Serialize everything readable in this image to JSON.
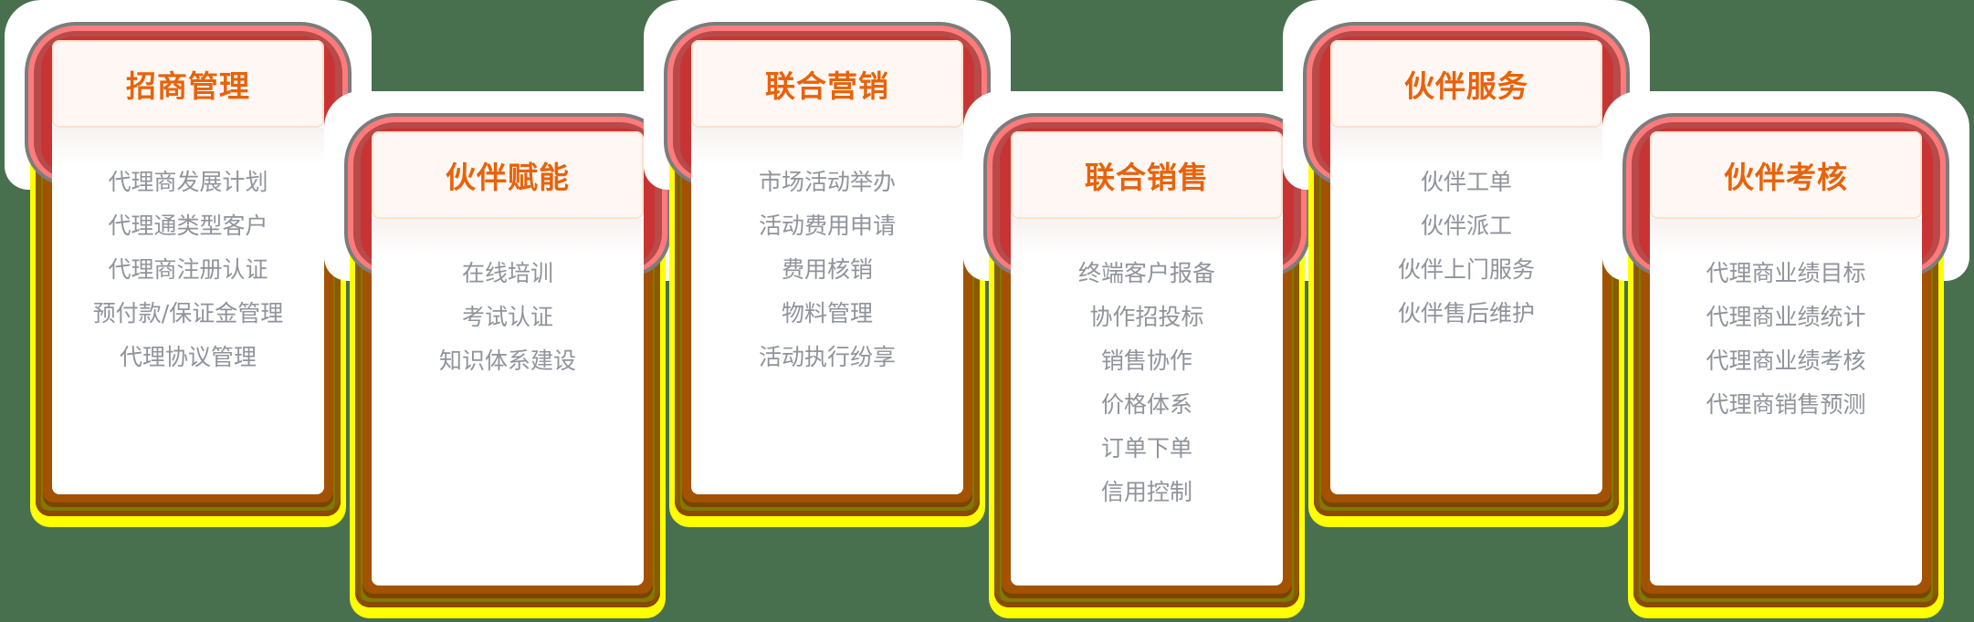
{
  "colors": {
    "background": "#48704f",
    "title": "#e8620a",
    "item_text": "#8f939b",
    "header_bg": "#fff7f3",
    "header_border": "#ffe0cc"
  },
  "cards": [
    {
      "title": "招商管理",
      "items": [
        "代理商发展计划",
        "代理通类型客户",
        "代理商注册认证",
        "预付款/保证金管理",
        "代理协议管理"
      ]
    },
    {
      "title": "伙伴赋能",
      "items": [
        "在线培训",
        "考试认证",
        "知识体系建设"
      ]
    },
    {
      "title": "联合营销",
      "items": [
        "市场活动举办",
        "活动费用申请",
        "费用核销",
        "物料管理",
        "活动执行纷享"
      ]
    },
    {
      "title": "联合销售",
      "items": [
        "终端客户报备",
        "协作招投标",
        "销售协作",
        "价格体系",
        "订单下单",
        "信用控制"
      ]
    },
    {
      "title": "伙伴服务",
      "items": [
        "伙伴工单",
        "伙伴派工",
        "伙伴上门服务",
        "伙伴售后维护"
      ]
    },
    {
      "title": "伙伴考核",
      "items": [
        "代理商业绩目标",
        "代理商业绩统计",
        "代理商业绩考核",
        "代理商销售预测"
      ]
    }
  ]
}
